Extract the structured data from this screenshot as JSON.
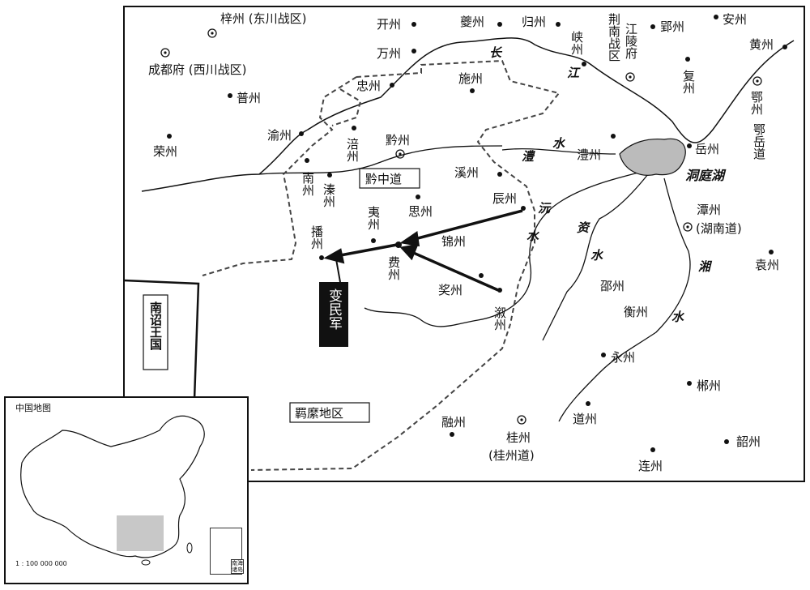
{
  "labels": {
    "zizhou": "梓州 (东川战区)",
    "chengdu": "成都府 (西川战区)",
    "puzhou": "普州",
    "rongzhou": "荣州",
    "yuzhou": "渝州",
    "zhongzhou": "忠州",
    "kaizhou": "开州",
    "wanzhou": "万州",
    "kuizhou": "夔州",
    "guizhou_n": "归州",
    "xiazhou": "峡州",
    "jingnan": "荆南战区",
    "jiangling": "江陵府",
    "yingzhou": "郢州",
    "anzhou": "安州",
    "huangzhou": "黄州",
    "fuzhou_hb": "复州",
    "ezhou": "鄂州",
    "eyue": "鄂岳道",
    "shizhou": "施州",
    "fuzhou_fu": "涪州",
    "qianzhou": "黔州",
    "qianzhong": "黔中道",
    "xizhou": "溪州",
    "lizhou": "澧州",
    "yuezhou": "岳州",
    "dongting": "洞庭湖",
    "nanzhou": "南州",
    "qinzhou": "溱州",
    "sizhou": "思州",
    "chenzhou": "辰州",
    "yizhou": "夷州",
    "bozhou": "播州",
    "feizhou": "费州",
    "jinzhou": "锦州",
    "jiangzhou": "奖州",
    "xuzhou": "溆州",
    "tanzhou": "潭州",
    "hunan": "(湖南道)",
    "yuanzhou": "袁州",
    "shaozhou": "邵州",
    "hengzhou": "衡州",
    "yongzhou": "永州",
    "chenzhou_s": "郴州",
    "daozhou": "道州",
    "guizhou_s": "桂州",
    "guizhou_dao": "(桂州道)",
    "rongzhou_s": "融州",
    "lianzhou": "连州",
    "shaozhou_s": "韶州",
    "jimi": "羁縻地区",
    "nanzhao": "南诏王国",
    "bianmin": "变民军"
  },
  "rivers": {
    "chang": "长",
    "jiang": "江",
    "li": "澧",
    "li_shui": "水",
    "yuan": "沅",
    "yuan_shui": "水",
    "zi": "资",
    "zi_shui": "水",
    "xiang": "湘",
    "xiang_shui": "水"
  },
  "inset": {
    "title": "中国地图",
    "scale": "1 : 100 000 000",
    "nanhai": "南海诸岛"
  }
}
